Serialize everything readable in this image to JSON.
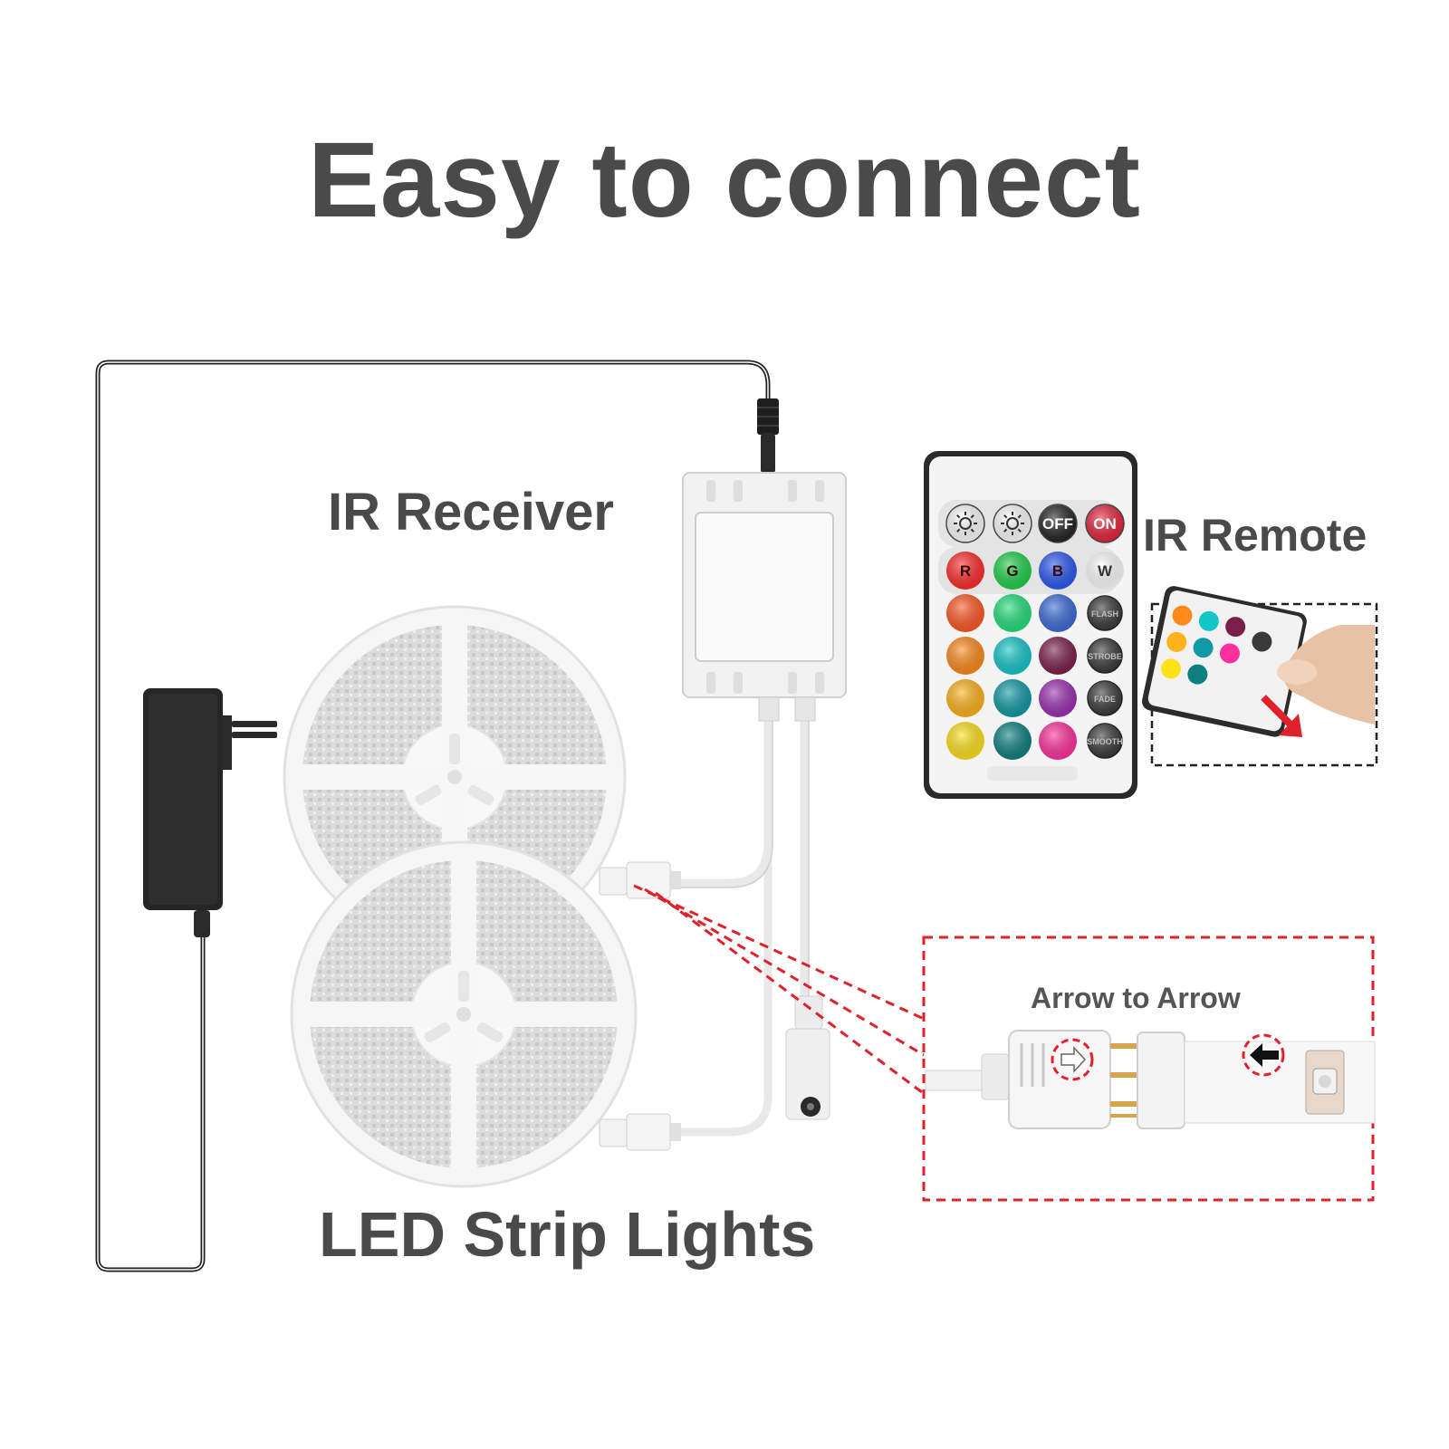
{
  "title": "Easy to connect",
  "labels": {
    "ir_receiver": "IR Receiver",
    "ir_remote": "IR Remote",
    "led_strip_lights": "LED Strip Lights",
    "arrow_to_arrow": "Arrow to  Arrow"
  },
  "remote": {
    "buttons_top": [
      {
        "name": "brightness-up-icon",
        "label": "",
        "color": "#ffffff",
        "text_color": "#333333"
      },
      {
        "name": "brightness-down-icon",
        "label": "",
        "color": "#ffffff",
        "text_color": "#333333"
      },
      {
        "name": "off-button",
        "label": "OFF",
        "color": "#222222",
        "text_color": "#ffffff"
      },
      {
        "name": "on-button",
        "label": "ON",
        "color": "#e8223c",
        "text_color": "#ffffff"
      }
    ],
    "color_rows": [
      [
        {
          "label": "R",
          "color": "#ff2b2b"
        },
        {
          "label": "G",
          "color": "#1fd14a"
        },
        {
          "label": "B",
          "color": "#2c57f0"
        },
        {
          "label": "W",
          "color": "#ffffff"
        }
      ],
      [
        {
          "label": "",
          "color": "#ff5722"
        },
        {
          "label": "",
          "color": "#22e07a"
        },
        {
          "label": "",
          "color": "#3a6ad8"
        },
        {
          "label": "FLASH",
          "color": "#3a3a3a"
        }
      ],
      [
        {
          "label": "",
          "color": "#ff8a1a"
        },
        {
          "label": "",
          "color": "#13c7c9"
        },
        {
          "label": "",
          "color": "#7a1f4a"
        },
        {
          "label": "STROBE",
          "color": "#3a3a3a"
        }
      ],
      [
        {
          "label": "",
          "color": "#ffb31a"
        },
        {
          "label": "",
          "color": "#0f9aa5"
        },
        {
          "label": "",
          "color": "#9b2fb0"
        },
        {
          "label": "FADE",
          "color": "#3a3a3a"
        }
      ],
      [
        {
          "label": "",
          "color": "#ffe21a"
        },
        {
          "label": "",
          "color": "#0d7f80"
        },
        {
          "label": "",
          "color": "#ff2f9b"
        },
        {
          "label": "SMOOTH",
          "color": "#3a3a3a"
        }
      ]
    ]
  },
  "colors": {
    "heading": "#4a4a4a",
    "cable": "#222222",
    "highlight": "#e0202a",
    "remote_body": "#f4f4f4",
    "remote_border": "#2a2a2a",
    "receiver_body": "#f2f2f2"
  }
}
